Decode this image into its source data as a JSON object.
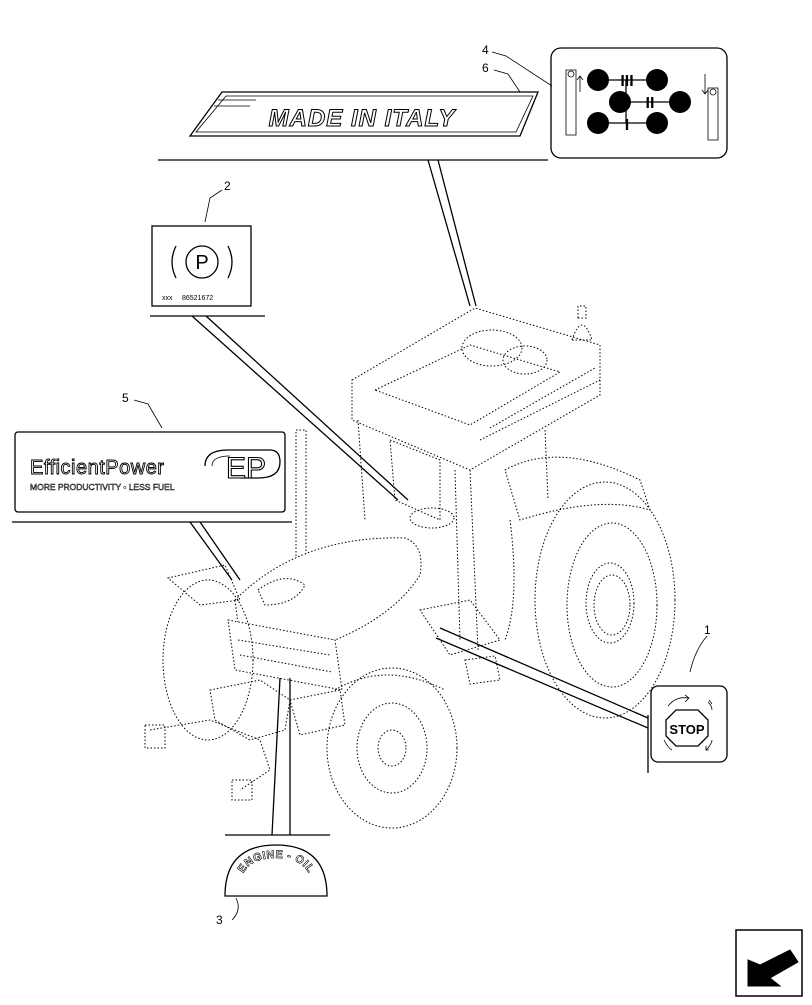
{
  "callouts": [
    "1",
    "2",
    "3",
    "4",
    "5",
    "6"
  ],
  "decals": {
    "made_in_italy": "MADE IN ITALY",
    "gear_roman": [
      "III",
      "II",
      "I"
    ],
    "parking_brake_letter": "P",
    "parking_brake_code_prefix": "xxx",
    "parking_brake_code": "86521672",
    "efficient_power_title": "EfficientPower",
    "efficient_power_sub": "MORE PRODUCTIVITY • LESS FUEL",
    "efficient_power_logo": "EP",
    "engine_oil": "ENGINE - OIL",
    "stop_label": "STOP"
  },
  "icons": {
    "navigation": "arrow-icon"
  }
}
